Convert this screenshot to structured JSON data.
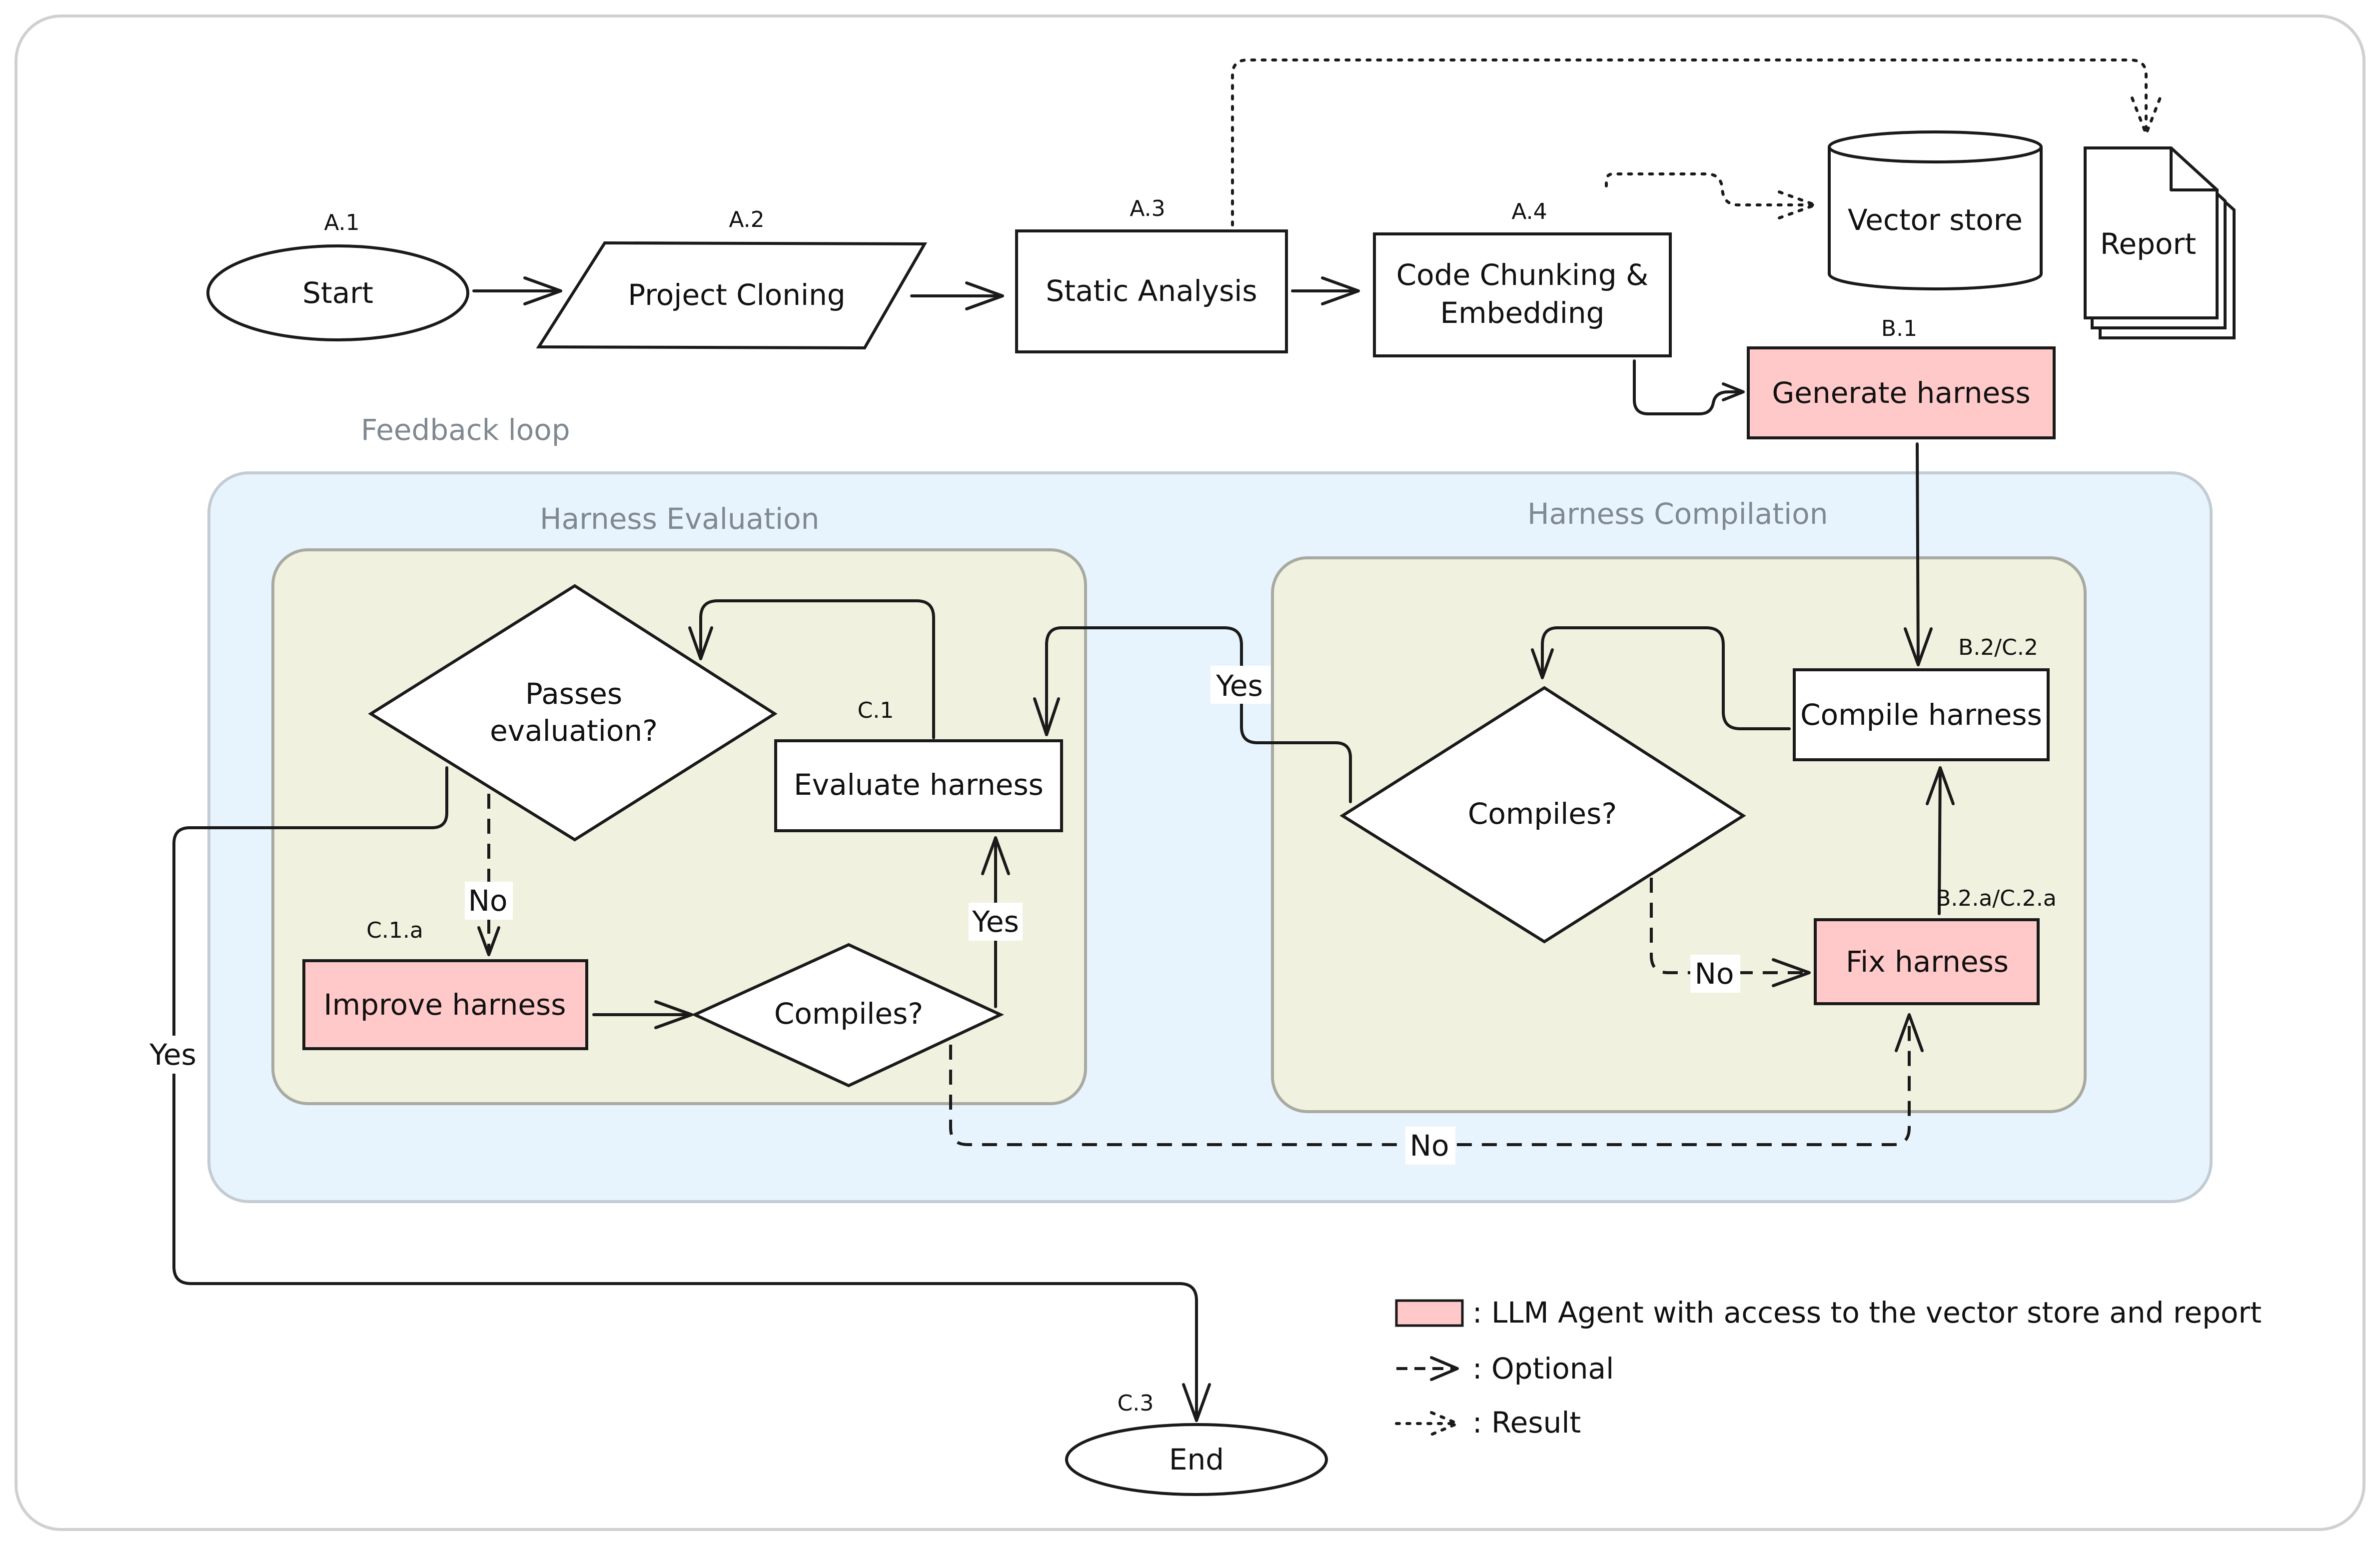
{
  "diagram": {
    "nodes": {
      "start": {
        "label": "Start",
        "tag": "A.1"
      },
      "cloning": {
        "label": "Project Cloning",
        "tag": "A.2"
      },
      "static": {
        "label": "Static Analysis",
        "tag": "A.3"
      },
      "chunk": {
        "line1": "Code Chunking &",
        "line2": "Embedding",
        "tag": "A.4"
      },
      "vector": {
        "label": "Vector store"
      },
      "report": {
        "label": "Report"
      },
      "generate": {
        "label": "Generate harness",
        "tag": "B.1"
      },
      "compile_h": {
        "label": "Compile harness",
        "tag": "B.2/C.2"
      },
      "fix": {
        "label": "Fix harness",
        "tag": "B.2.a/C.2.a"
      },
      "compiles_right": {
        "label": "Compiles?"
      },
      "passes": {
        "line1": "Passes",
        "line2": "evaluation?"
      },
      "evaluate": {
        "label": "Evaluate harness",
        "tag": "C.1"
      },
      "improve": {
        "label": "Improve harness",
        "tag": "C.1.a"
      },
      "compiles_left": {
        "label": "Compiles?"
      },
      "end": {
        "label": "End",
        "tag": "C.3"
      }
    },
    "groups": {
      "feedback": "Feedback loop",
      "evaluation": "Harness Evaluation",
      "compilation": "Harness Compilation"
    },
    "edge_labels": {
      "yes_to_evaluate": "Yes",
      "yes_left_compiles": "Yes",
      "no_passes": "No",
      "no_right": "No",
      "no_bottom": "No",
      "yes_end": "Yes"
    },
    "legend": {
      "llm": ": LLM Agent with access to the vector store and report",
      "optional": ": Optional",
      "result": ": Result"
    }
  },
  "colors": {
    "llm_agent": "#ffc9c9",
    "feedback_loop": "#e8f4fd",
    "harness_group": "#f1f1df",
    "border": "#1a1a1a"
  }
}
